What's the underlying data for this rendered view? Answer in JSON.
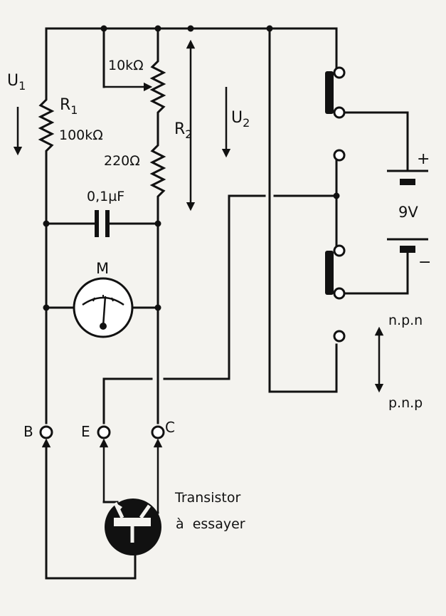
{
  "labels": {
    "u1": "U",
    "u1_sub": "1",
    "r1": "R",
    "r1_sub": "1",
    "r1_value": "100kΩ",
    "pot_value": "10kΩ",
    "r220_value": "220Ω",
    "r2": "R",
    "r2_sub": "2",
    "u2": "U",
    "u2_sub": "2",
    "cap_value": "0,1µF",
    "meter": "M",
    "battery_voltage": "9V",
    "battery_plus": "+",
    "battery_minus": "−",
    "npn": "n.p.n",
    "pnp": "p.n.p",
    "terminal_b": "B",
    "terminal_e": "E",
    "terminal_c": "C",
    "transistor_line1": "Transistor",
    "transistor_line2": "à  essayer"
  },
  "colors": {
    "ink": "#111111",
    "paper": "#f4f3ef"
  }
}
